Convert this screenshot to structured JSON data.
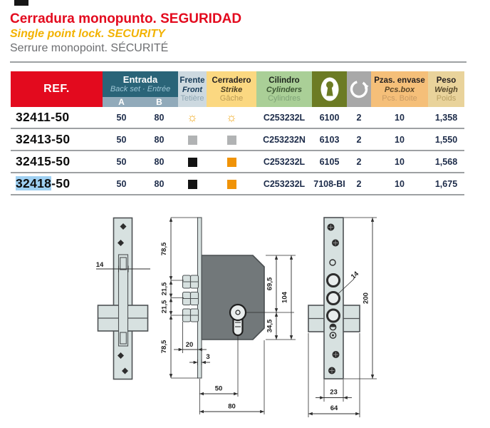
{
  "header": {
    "title_es": "Cerradura monopunto. SEGURIDAD",
    "title_en": "Single point lock. SECURITY",
    "title_fr": "Serrure monopoint. SÉCURITÉ"
  },
  "colors": {
    "accent_red": "#e30a1e",
    "accent_gold": "#f2b200",
    "header_teal": "#2a6478",
    "header_olive": "#6c7b24",
    "highlight_blue": "#9fd0f2"
  },
  "table": {
    "columns": {
      "ref": "REF.",
      "entrada": {
        "es": "Entrada",
        "sub": "Back set · Entrée",
        "a": "A",
        "b": "B"
      },
      "frente": {
        "es": "Frente",
        "en": "Front",
        "fr": "Tetière"
      },
      "cerradero": {
        "es": "Cerradero",
        "en": "Strike",
        "fr": "Gâche"
      },
      "cilindro": {
        "es": "Cilindro",
        "en": "Cylinders",
        "fr": "Cylindres"
      },
      "keyhole_icon": "keyhole-icon",
      "rotation_icon": "rotation-arrow-icon",
      "pzas": {
        "es": "Pzas. envase",
        "en": "Pcs.box",
        "fr": "Pcs. Boite"
      },
      "peso": {
        "es": "Peso",
        "en": "Weigh",
        "fr": "Poids"
      }
    },
    "finish_colors": {
      "sun-gold": "#f0a81c",
      "square-gray": "#b1b3b4",
      "square-black": "#131313",
      "square-orange": "#f09307"
    },
    "rows": [
      {
        "ref_hl": "",
        "ref": "32411-50",
        "a": "50",
        "b": "80",
        "frente": "sun-gold",
        "cerradero": "sun-gold",
        "cilindro": "C253232L",
        "cylinder_code": "6100",
        "qty": "2",
        "pcs_box": "10",
        "weight": "1,358"
      },
      {
        "ref_hl": "",
        "ref": "32413-50",
        "a": "50",
        "b": "80",
        "frente": "square-gray",
        "cerradero": "square-gray",
        "cilindro": "C253232N",
        "cylinder_code": "6103",
        "qty": "2",
        "pcs_box": "10",
        "weight": "1,550"
      },
      {
        "ref_hl": "",
        "ref": "32415-50",
        "a": "50",
        "b": "80",
        "frente": "square-black",
        "cerradero": "square-orange",
        "cilindro": "C253232L",
        "cylinder_code": "6105",
        "qty": "2",
        "pcs_box": "10",
        "weight": "1,568"
      },
      {
        "ref_hl": "32418",
        "ref": "-50",
        "a": "50",
        "b": "80",
        "frente": "square-black",
        "cerradero": "square-orange",
        "cilindro": "C253232L",
        "cylinder_code": "7108-BI",
        "qty": "2",
        "pcs_box": "10",
        "weight": "1,675"
      }
    ]
  },
  "drawings": {
    "front_view": {
      "slot_width": "14"
    },
    "side_view": {
      "top": "78,5",
      "gap1": "21,5",
      "gap2": "21,5",
      "bottom": "78,5",
      "body_top_to_cyl": "69,5",
      "body_height": "104",
      "cyl_to_bottom": "34,5",
      "bolt_throw": "20",
      "faceplate_thickness": "3",
      "backset": "50",
      "body_depth": "80"
    },
    "strike_view": {
      "hole_dia": "14",
      "plate_height": "200",
      "plate_width": "23",
      "crossbar_width": "64"
    }
  }
}
